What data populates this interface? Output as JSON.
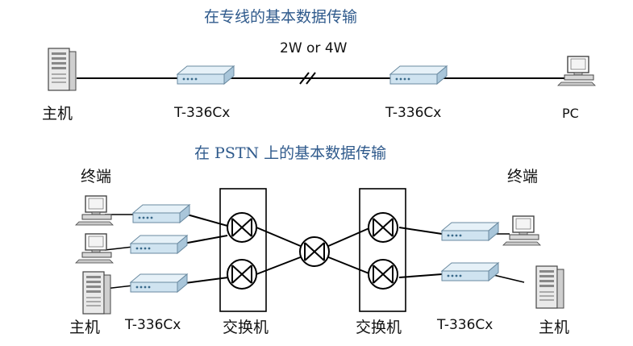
{
  "leased_line": {
    "title": "在专线的基本数据传输",
    "line_label": "2W or 4W",
    "host_label": "主机",
    "modem_left_label": "T-336Cx",
    "modem_right_label": "T-336Cx",
    "pc_label": "PC"
  },
  "pstn": {
    "title": "在 PSTN 上的基本数据传输",
    "terminal_left_label": "终端",
    "terminal_right_label": "终端",
    "host_left_label": "主机",
    "modem_left_label": "T-336Cx",
    "switch_left_label": "交换机",
    "switch_right_label": "交换机",
    "modem_right_label": "T-336Cx",
    "host_right_label": "主机"
  },
  "colors": {
    "title": "#2f5a8c",
    "modem_body": "#cfe3f0",
    "line": "#000000"
  },
  "icons": [
    "server-icon",
    "modem-icon",
    "pc-icon",
    "switch-icon"
  ]
}
